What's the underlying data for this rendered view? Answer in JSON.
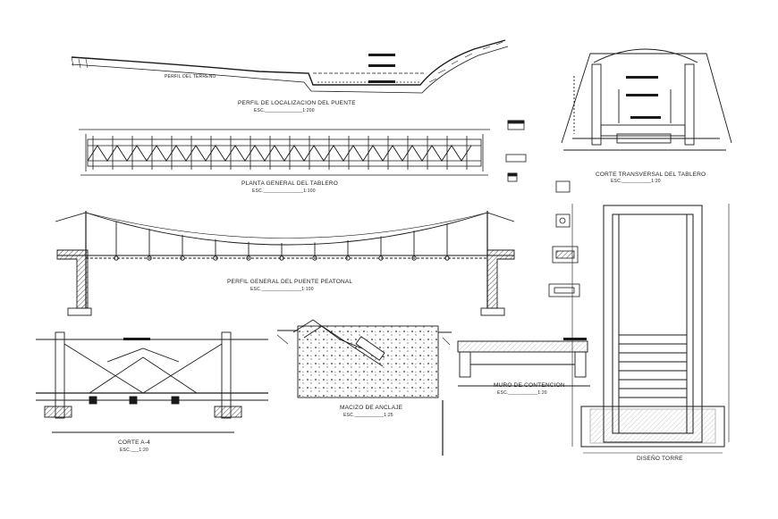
{
  "drawings": {
    "terrain_profile": {
      "label": "PERFIL DEL TERRENO"
    },
    "location_profile": {
      "title": "PERFIL DE LOCALIZACION DEL PUENTE",
      "scale": "ESC.______________1:200"
    },
    "deck_plan": {
      "title": "PLANTA GENERAL DEL TABLERO",
      "scale": "ESC._______________1:100"
    },
    "bridge_profile": {
      "title": "PERFIL GENERAL DEL PUENTE PEATONAL",
      "scale": "ESC._______________1:100"
    },
    "deck_cross_section": {
      "title": "CORTE TRANSVERSAL DEL TABLERO",
      "scale": "ESC.___________1:20"
    },
    "section_a4": {
      "title": "CORTE A-4",
      "scale": "ESC.___1:20"
    },
    "anchor_block": {
      "title": "MACIZO DE ANCLAJE",
      "scale": "ESC.___________1:25"
    },
    "retaining_wall": {
      "title": "MURO DE CONTENCION",
      "scale": "ESC.___________1:20"
    },
    "tower_design": {
      "title": "DISEÑO TORRE"
    }
  },
  "colors": {
    "line": "#1a1a1a",
    "background": "#ffffff"
  }
}
